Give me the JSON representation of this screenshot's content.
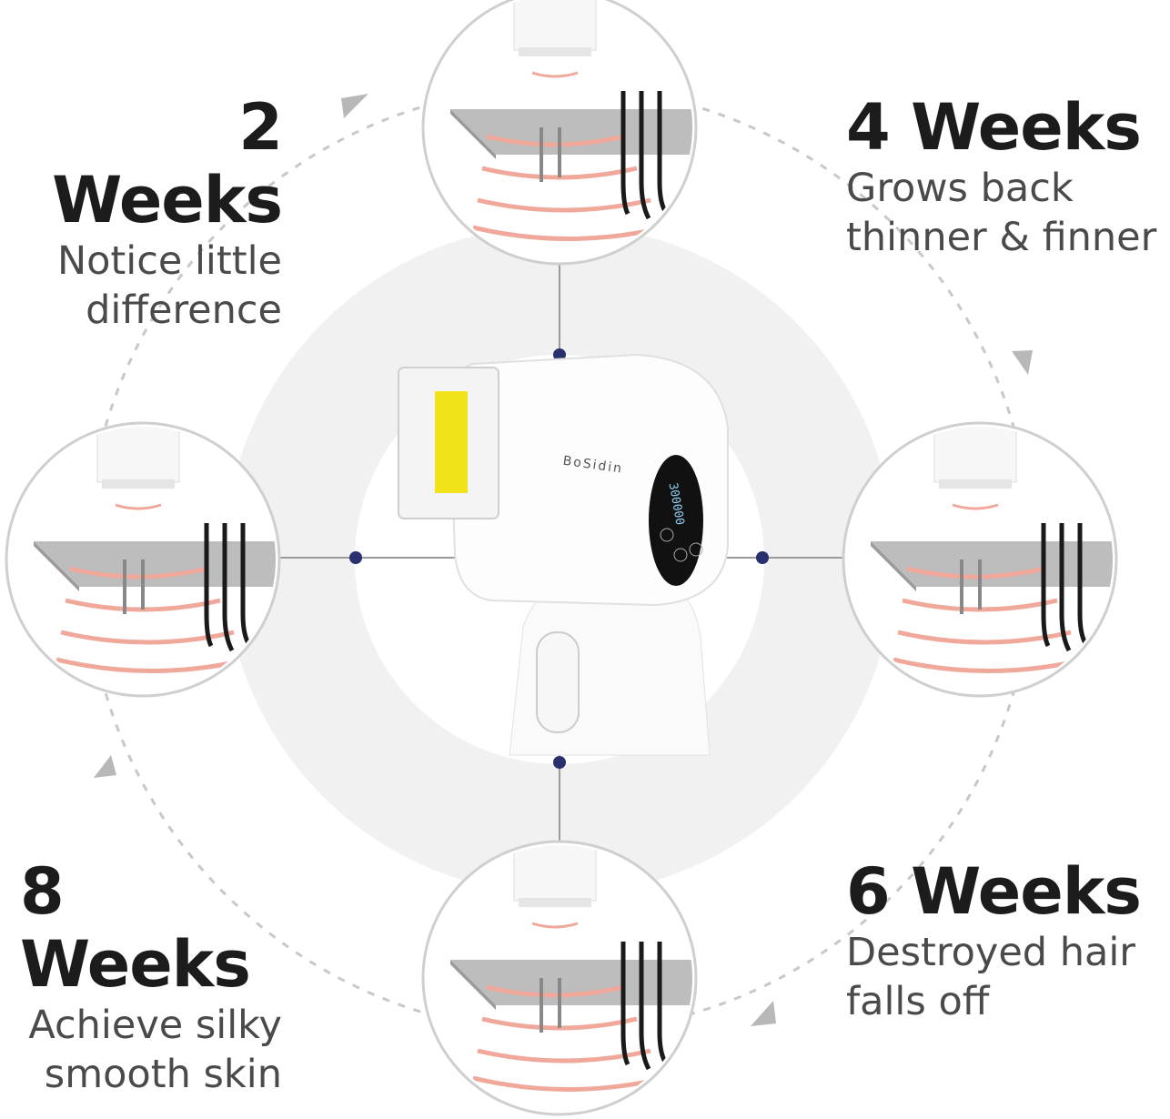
{
  "brand": "BoSidin",
  "device_display": {
    "counter": "300000"
  },
  "stages": [
    {
      "title": "2 Weeks",
      "line1": "Notice little",
      "line2": "difference"
    },
    {
      "title": "4 Weeks",
      "line1": "Grows back",
      "line2": "thinner & finner"
    },
    {
      "title": "6 Weeks",
      "line1": "Destroyed hair",
      "line2": "falls off"
    },
    {
      "title": "8 Weeks",
      "line1": "Achieve silky",
      "line2": "smooth skin"
    }
  ],
  "colors": {
    "ring": "#f1f1f1",
    "dot": "#2a2f6e",
    "heat": "#f0a89a",
    "window": "#f2e21a",
    "dashed": "#c8c8c8"
  }
}
